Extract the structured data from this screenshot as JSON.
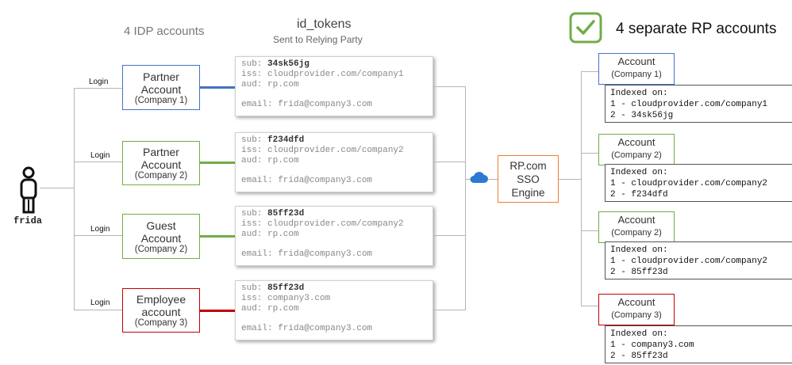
{
  "headers": {
    "idp": "4 IDP accounts",
    "tokens_title": "id_tokens",
    "tokens_sub": "Sent to Relying Party",
    "rp": "4 separate RP accounts"
  },
  "user": {
    "name": "frida"
  },
  "login_label": "Login",
  "idp_accounts": [
    {
      "l1": "Partner",
      "l2": "Account",
      "l3": "(Company 1)",
      "color": "#4472c4"
    },
    {
      "l1": "Partner",
      "l2": "Account",
      "l3": "(Company 2)",
      "color": "#70ad47"
    },
    {
      "l1": "Guest",
      "l2": "Account",
      "l3": "(Company 2)",
      "color": "#70ad47"
    },
    {
      "l1": "Employee",
      "l2": "account",
      "l3": "(Company 3)",
      "color": "#c00000"
    }
  ],
  "tokens": [
    {
      "sub_key": "sub: ",
      "sub": "34sk56jg",
      "iss": "iss: cloudprovider.com/company1",
      "aud": "aud: rp.com",
      "email": "email: frida@company3.com"
    },
    {
      "sub_key": "sub: ",
      "sub": "f234dfd",
      "iss": "iss: cloudprovider.com/company2",
      "aud": "aud: rp.com",
      "email": "email: frida@company3.com"
    },
    {
      "sub_key": "sub: ",
      "sub": "85ff23d",
      "iss": "iss: cloudprovider.com/company2",
      "aud": "aud: rp.com",
      "email": "email: frida@company3.com"
    },
    {
      "sub_key": "sub: ",
      "sub": "85ff23d",
      "iss": "iss: company3.com",
      "aud": "aud: rp.com",
      "email": "email: frida@company3.com"
    }
  ],
  "engine": {
    "l1": "RP.com",
    "l2": "SSO",
    "l3": "Engine"
  },
  "rp_accounts": [
    {
      "title": "Account",
      "company": "(Company 1)",
      "color": "#4472c4",
      "indexed": "Indexed on:",
      "i1": "1 - cloudprovider.com/company1",
      "i2": "2 - 34sk56jg"
    },
    {
      "title": "Account",
      "company": "(Company 2)",
      "color": "#70ad47",
      "indexed": "Indexed on:",
      "i1": "1 - cloudprovider.com/company2",
      "i2": "2 - f234dfd"
    },
    {
      "title": "Account",
      "company": "(Company 2)",
      "color": "#70ad47",
      "indexed": "Indexed on:",
      "i1": "1 - cloudprovider.com/company2",
      "i2": "2 - 85ff23d"
    },
    {
      "title": "Account",
      "company": "(Company 3)",
      "color": "#c00000",
      "indexed": "Indexed on:",
      "i1": "1 - company3.com",
      "i2": "2 - 85ff23d"
    }
  ]
}
